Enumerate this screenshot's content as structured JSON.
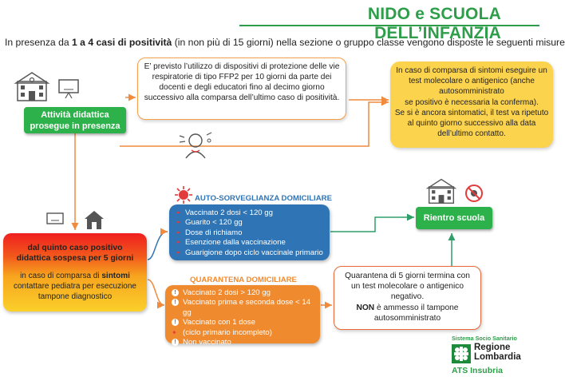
{
  "header": {
    "title": "NIDO e SCUOLA DELL’INFANZIA"
  },
  "intro": {
    "pre": "In presenza da ",
    "bold": "1 a 4 casi di positività",
    "post": " (in non più di 15 giorni) nella sezione o gruppo classe vengono disposte le seguenti misure"
  },
  "activity_box": {
    "line1": "Attività didattica",
    "line2": "prosegue in presenza"
  },
  "ffp2_box": {
    "text": "E’ previsto l’utilizzo di dispositivi di protezione delle vie respiratorie di tipo FFP2 per 10 giorni da parte dei docenti e degli educatori fino al decimo giorno successivo alla comparsa dell’ultimo caso di positività."
  },
  "symptoms_box": {
    "line1": "In caso di comparsa di sintomi eseguire un test molecolare o antigenico (anche autosomministrato",
    "line2": "se positivo è necessaria la conferma).",
    "line3": "Se si è ancora sintomatici, il test va ripetuto al quinto giorno successivo alla data dell’ultimo contatto."
  },
  "suspended_box": {
    "title1": "dal quinto caso positivo",
    "title2": "didattica sospesa per 5 giorni",
    "body_pre": "in caso di comparsa di ",
    "body_bold": "sintomi",
    "body_post": " contattare pediatra per esecuzione tampone diagnostico"
  },
  "self_surveillance": {
    "heading": "AUTO-SORVEGLIANZA DOMICILIARE",
    "items": [
      "Vaccinato 2 dosi < 120 gg",
      "Guarito < 120 gg",
      "Dose di richiamo",
      "Esenzione dalla vaccinazione",
      "Guarigione dopo ciclo vaccinale primario"
    ]
  },
  "quarantine": {
    "heading": "QUARANTENA DOMICILIARE",
    "items": [
      "Vaccinato 2 dosi > 120 gg",
      "Vaccinato prima e seconda dose < 14 gg",
      "Vaccinato con 1 dose",
      "(ciclo primario incompleto)",
      "Non vaccinato"
    ]
  },
  "quarantine_end_box": {
    "line1": "Quarantena di 5 giorni termina con un test molecolare  o antigenico negativo.",
    "line2_bold": "NON",
    "line2_rest": " è ammesso il tampone autosomministrato"
  },
  "return_box": {
    "label": "Rientro scuola"
  },
  "logo": {
    "top": "Sistema Socio Sanitario",
    "name1": "Regione",
    "name2": "Lombardia",
    "sub": "ATS Insubria"
  },
  "colors": {
    "green": "#2db14a",
    "orange": "#ef8a2f",
    "yellow": "#fcd34d",
    "blue": "#2f74b5",
    "red": "#e23b3b"
  },
  "icons": [
    "school-icon",
    "classroom-icon",
    "sick-child-icon",
    "virus-icon",
    "house-icon",
    "no-virus-icon",
    "school-icon"
  ]
}
